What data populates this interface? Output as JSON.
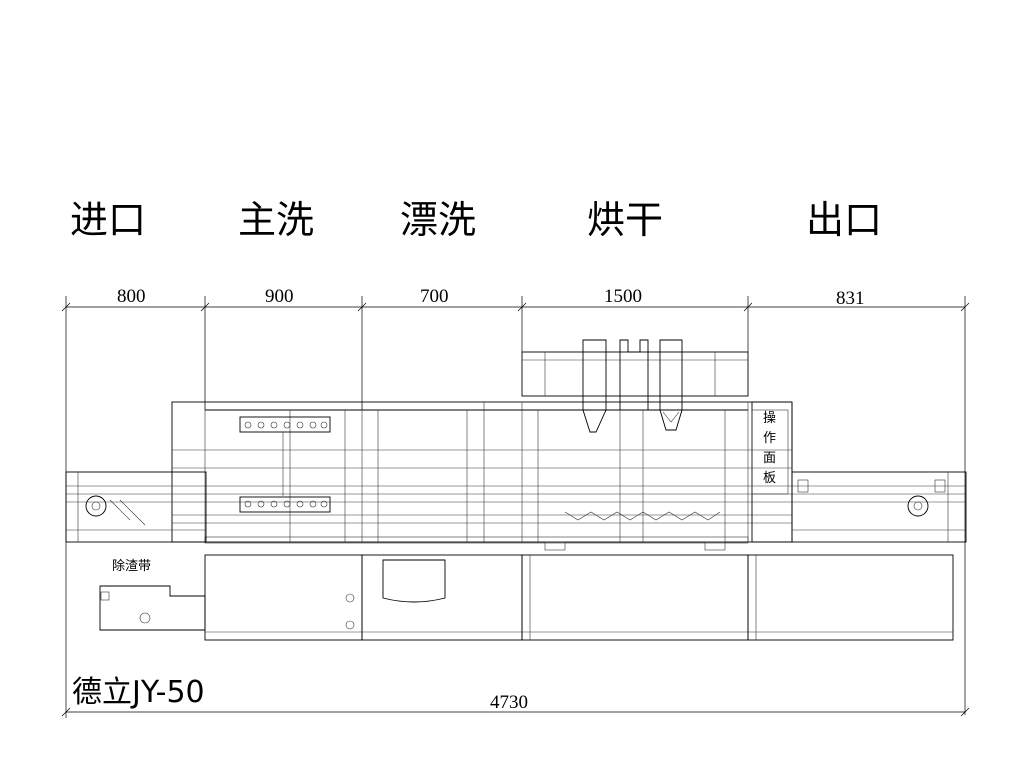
{
  "zones": [
    {
      "id": "inlet",
      "label": "进口"
    },
    {
      "id": "main-wash",
      "label": "主洗"
    },
    {
      "id": "rinse",
      "label": "漂洗"
    },
    {
      "id": "dry",
      "label": "烘干"
    },
    {
      "id": "outlet",
      "label": "出口"
    }
  ],
  "dimensions": {
    "segments": [
      "800",
      "900",
      "700",
      "1500",
      "831"
    ],
    "total": "4730"
  },
  "labels": {
    "control_panel": [
      "操",
      "作",
      "面",
      "板"
    ],
    "debris_belt": "除渣带",
    "model": "德立JY-50"
  }
}
